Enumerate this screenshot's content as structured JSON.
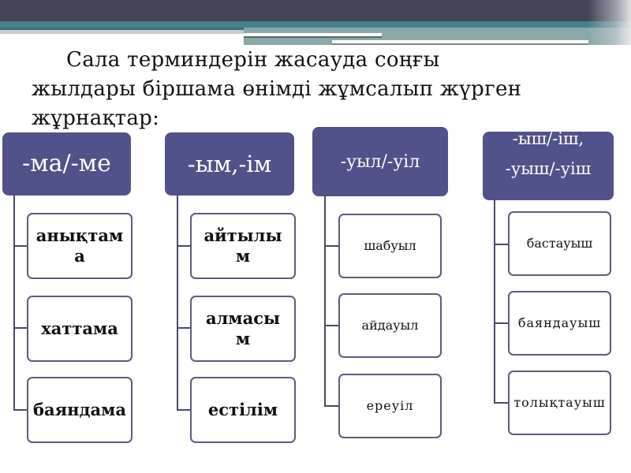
{
  "slide": {
    "title_line1": "Сала терминдерін жасауда соңғы",
    "title_line2": "жылдары біршама өнімді жұмсалып жүрген",
    "title_line3": "жұрнақтар:"
  },
  "colors": {
    "header_fill": "#51528a",
    "connector": "#474a6a",
    "child_border": "#5b5c80",
    "top_bar_dark": "#444455",
    "top_bar_teal": "#468286"
  },
  "groups": [
    {
      "header": "-ма/-ме",
      "children": [
        "анықтама",
        "хаттама",
        "баяндама"
      ]
    },
    {
      "header": "-ым,-ім",
      "children": [
        "айтылым",
        "алмасым",
        "естілім"
      ]
    },
    {
      "header": "-уыл/-уіл",
      "children": [
        "шабуыл",
        "айдауыл",
        "ереуіл"
      ]
    },
    {
      "header": "-ыш/-іш, -уыш/-уіш",
      "children": [
        "бастауыш",
        "баяндауыш",
        "толықтауыш"
      ]
    }
  ]
}
